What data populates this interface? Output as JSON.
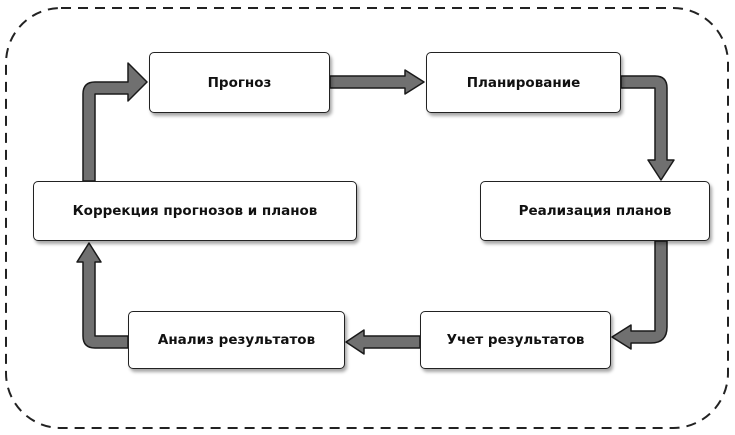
{
  "diagram": {
    "nodes": {
      "forecast": "Прогноз",
      "planning": "Планирование",
      "realization": "Реализация планов",
      "accounting": "Учет результатов",
      "analysis": "Анализ результатов",
      "correction": "Коррекция прогнозов и планов"
    },
    "flow": [
      [
        "forecast",
        "planning"
      ],
      [
        "planning",
        "realization"
      ],
      [
        "realization",
        "accounting"
      ],
      [
        "accounting",
        "analysis"
      ],
      [
        "analysis",
        "correction"
      ],
      [
        "correction",
        "forecast"
      ]
    ],
    "colors": {
      "arrow_fill": "#707070",
      "arrow_stroke": "#1a1a1a",
      "frame_stroke": "#222222",
      "node_border": "#222222"
    }
  }
}
